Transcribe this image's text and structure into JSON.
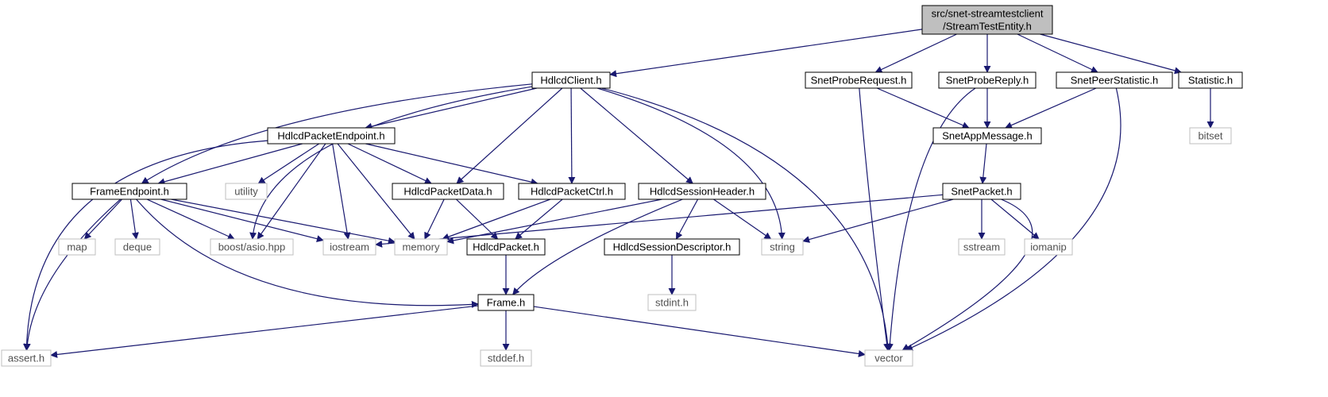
{
  "colors": {
    "edge": "#191970",
    "project_border": "#000000",
    "system_border": "#bfbfbf",
    "system_text": "#505050",
    "root_fill": "#bfbfbf",
    "node_fill": "#ffffff",
    "text": "#000000"
  },
  "nodes": [
    {
      "id": "root",
      "lines": [
        "src/snet-streamtestclient",
        "/StreamTestEntity.h"
      ],
      "kind": "root"
    },
    {
      "id": "HdlcdClient",
      "lines": [
        "HdlcdClient.h"
      ],
      "kind": "project"
    },
    {
      "id": "SnetProbeRequest",
      "lines": [
        "SnetProbeRequest.h"
      ],
      "kind": "project"
    },
    {
      "id": "SnetProbeReply",
      "lines": [
        "SnetProbeReply.h"
      ],
      "kind": "project"
    },
    {
      "id": "SnetPeerStatistic",
      "lines": [
        "SnetPeerStatistic.h"
      ],
      "kind": "project"
    },
    {
      "id": "Statistic",
      "lines": [
        "Statistic.h"
      ],
      "kind": "project"
    },
    {
      "id": "HdlcdPacketEndpoint",
      "lines": [
        "HdlcdPacketEndpoint.h"
      ],
      "kind": "project"
    },
    {
      "id": "SnetAppMessage",
      "lines": [
        "SnetAppMessage.h"
      ],
      "kind": "project"
    },
    {
      "id": "bitset",
      "lines": [
        "bitset"
      ],
      "kind": "system"
    },
    {
      "id": "FrameEndpoint",
      "lines": [
        "FrameEndpoint.h"
      ],
      "kind": "project"
    },
    {
      "id": "utility",
      "lines": [
        "utility"
      ],
      "kind": "system"
    },
    {
      "id": "HdlcdPacketData",
      "lines": [
        "HdlcdPacketData.h"
      ],
      "kind": "project"
    },
    {
      "id": "HdlcdPacketCtrl",
      "lines": [
        "HdlcdPacketCtrl.h"
      ],
      "kind": "project"
    },
    {
      "id": "HdlcdSessionHeader",
      "lines": [
        "HdlcdSessionHeader.h"
      ],
      "kind": "project"
    },
    {
      "id": "SnetPacket",
      "lines": [
        "SnetPacket.h"
      ],
      "kind": "project"
    },
    {
      "id": "map",
      "lines": [
        "map"
      ],
      "kind": "system"
    },
    {
      "id": "deque",
      "lines": [
        "deque"
      ],
      "kind": "system"
    },
    {
      "id": "boost_asio",
      "lines": [
        "boost/asio.hpp"
      ],
      "kind": "system"
    },
    {
      "id": "iostream",
      "lines": [
        "iostream"
      ],
      "kind": "system"
    },
    {
      "id": "memory",
      "lines": [
        "memory"
      ],
      "kind": "system"
    },
    {
      "id": "HdlcdPacket",
      "lines": [
        "HdlcdPacket.h"
      ],
      "kind": "project"
    },
    {
      "id": "HdlcdSessionDescriptor",
      "lines": [
        "HdlcdSessionDescriptor.h"
      ],
      "kind": "project"
    },
    {
      "id": "string",
      "lines": [
        "string"
      ],
      "kind": "system"
    },
    {
      "id": "sstream",
      "lines": [
        "sstream"
      ],
      "kind": "system"
    },
    {
      "id": "iomanip",
      "lines": [
        "iomanip"
      ],
      "kind": "system"
    },
    {
      "id": "stdint",
      "lines": [
        "stdint.h"
      ],
      "kind": "system"
    },
    {
      "id": "Frame",
      "lines": [
        "Frame.h"
      ],
      "kind": "project"
    },
    {
      "id": "assert",
      "lines": [
        "assert.h"
      ],
      "kind": "system"
    },
    {
      "id": "stddef",
      "lines": [
        "stddef.h"
      ],
      "kind": "system"
    },
    {
      "id": "vector",
      "lines": [
        "vector"
      ],
      "kind": "system"
    }
  ],
  "edges": [
    [
      "root",
      "HdlcdClient"
    ],
    [
      "root",
      "SnetProbeRequest"
    ],
    [
      "root",
      "SnetProbeReply"
    ],
    [
      "root",
      "SnetPeerStatistic"
    ],
    [
      "root",
      "Statistic"
    ],
    [
      "HdlcdClient",
      "HdlcdPacketEndpoint"
    ],
    [
      "HdlcdClient",
      "FrameEndpoint"
    ],
    [
      "HdlcdClient",
      "boost_asio"
    ],
    [
      "HdlcdClient",
      "HdlcdPacketData"
    ],
    [
      "HdlcdClient",
      "HdlcdPacketCtrl"
    ],
    [
      "HdlcdClient",
      "HdlcdSessionHeader"
    ],
    [
      "HdlcdClient",
      "string"
    ],
    [
      "HdlcdClient",
      "vector"
    ],
    [
      "SnetProbeRequest",
      "SnetAppMessage"
    ],
    [
      "SnetProbeRequest",
      "vector"
    ],
    [
      "SnetProbeReply",
      "SnetAppMessage"
    ],
    [
      "SnetProbeReply",
      "vector"
    ],
    [
      "SnetPeerStatistic",
      "SnetAppMessage"
    ],
    [
      "SnetPeerStatistic",
      "vector"
    ],
    [
      "Statistic",
      "bitset"
    ],
    [
      "SnetAppMessage",
      "SnetPacket"
    ],
    [
      "HdlcdPacketEndpoint",
      "FrameEndpoint"
    ],
    [
      "HdlcdPacketEndpoint",
      "utility"
    ],
    [
      "HdlcdPacketEndpoint",
      "HdlcdPacketData"
    ],
    [
      "HdlcdPacketEndpoint",
      "HdlcdPacketCtrl"
    ],
    [
      "HdlcdPacketEndpoint",
      "boost_asio"
    ],
    [
      "HdlcdPacketEndpoint",
      "iostream"
    ],
    [
      "HdlcdPacketEndpoint",
      "memory"
    ],
    [
      "HdlcdPacketEndpoint",
      "assert"
    ],
    [
      "FrameEndpoint",
      "map"
    ],
    [
      "FrameEndpoint",
      "deque"
    ],
    [
      "FrameEndpoint",
      "boost_asio"
    ],
    [
      "FrameEndpoint",
      "iostream"
    ],
    [
      "FrameEndpoint",
      "memory"
    ],
    [
      "FrameEndpoint",
      "Frame"
    ],
    [
      "FrameEndpoint",
      "assert"
    ],
    [
      "HdlcdPacketData",
      "memory"
    ],
    [
      "HdlcdPacketData",
      "HdlcdPacket"
    ],
    [
      "HdlcdPacketCtrl",
      "memory"
    ],
    [
      "HdlcdPacketCtrl",
      "HdlcdPacket"
    ],
    [
      "HdlcdSessionHeader",
      "memory"
    ],
    [
      "HdlcdSessionHeader",
      "HdlcdSessionDescriptor"
    ],
    [
      "HdlcdSessionHeader",
      "string"
    ],
    [
      "HdlcdSessionHeader",
      "Frame"
    ],
    [
      "SnetPacket",
      "iostream"
    ],
    [
      "SnetPacket",
      "string"
    ],
    [
      "SnetPacket",
      "sstream"
    ],
    [
      "SnetPacket",
      "iomanip"
    ],
    [
      "SnetPacket",
      "vector"
    ],
    [
      "HdlcdPacket",
      "Frame"
    ],
    [
      "HdlcdSessionDescriptor",
      "stdint"
    ],
    [
      "Frame",
      "assert"
    ],
    [
      "Frame",
      "stddef"
    ],
    [
      "Frame",
      "vector"
    ]
  ]
}
